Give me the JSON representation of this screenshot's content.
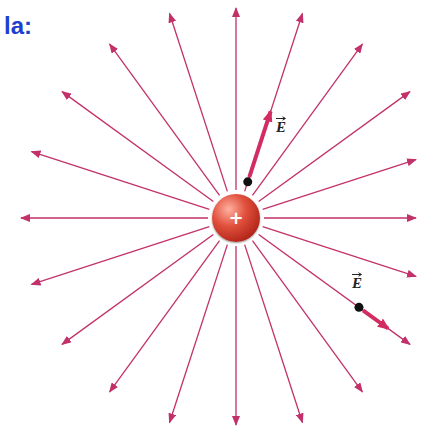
{
  "diagram": {
    "nodes": [
      {
        "text": [
          "+"
        ]
      }
    ],
    "labels": [
      "la:",
      "E",
      "E"
    ]
  }
}
